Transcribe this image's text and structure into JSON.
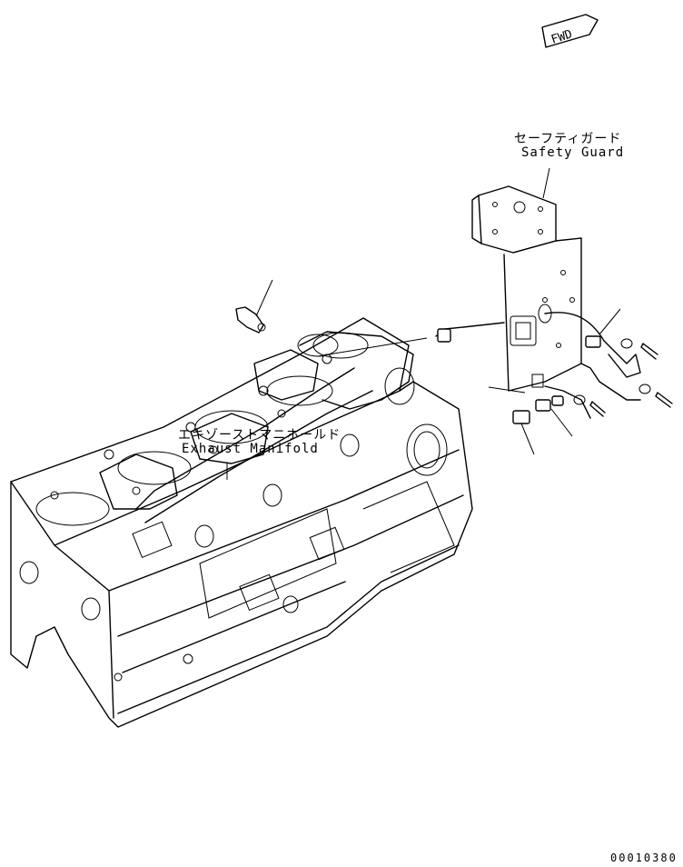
{
  "fwd_badge": "FWD",
  "callouts": {
    "safety_guard_jp": "セーフティガード",
    "safety_guard_en": "Safety Guard",
    "exhaust_manifold_jp": "エキゾーストマニホールド",
    "exhaust_manifold_en": "Exhaust Manifold"
  },
  "drawing_code": "00010380"
}
